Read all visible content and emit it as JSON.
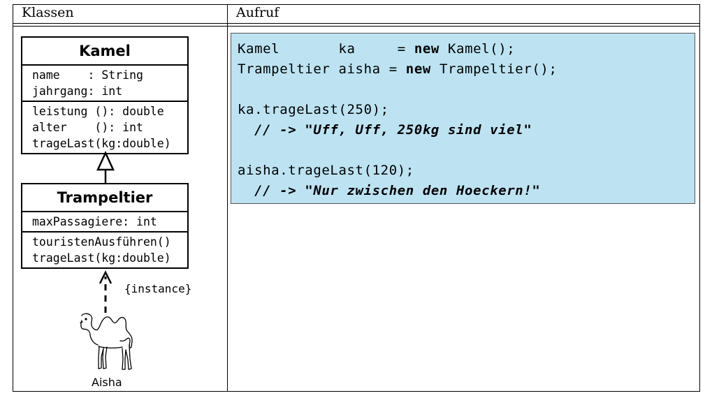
{
  "table": {
    "col_left_header": "Klassen",
    "col_right_header": "Aufruf"
  },
  "diagram": {
    "kamel": {
      "title": "Kamel",
      "attributes": [
        "name    : String",
        "jahrgang: int"
      ],
      "methods": [
        "leistung (): double",
        "alter    (): int",
        "trageLast(kg:double)"
      ]
    },
    "trampeltier": {
      "title": "Trampeltier",
      "attributes": [
        "maxPassagiere: int"
      ],
      "methods": [
        "touristenAusführen()",
        "trageLast(kg:double)"
      ]
    },
    "instance_label": "{instance}",
    "object_label": "Aisha"
  },
  "code": {
    "line1_a": "Kamel       ka     = ",
    "line1_kw": "new",
    "line1_b": " Kamel();",
    "line2_a": "Trampeltier aisha = ",
    "line2_kw": "new",
    "line2_b": " Trampeltier();",
    "line4": "ka.trageLast(250);",
    "line5": "  // -> \"Uff, Uff, 250kg sind viel\"",
    "line7": "aisha.trageLast(120);",
    "line8": "  // -> \"Nur zwischen den Hoeckern!\""
  }
}
